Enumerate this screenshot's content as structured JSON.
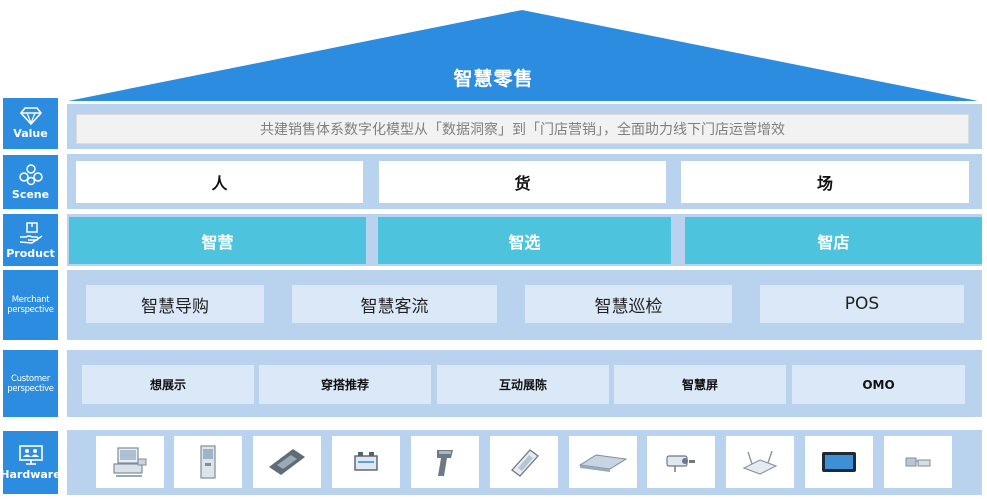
{
  "roof": {
    "title": "智慧零售"
  },
  "rows": {
    "value": {
      "label": "Value",
      "icon": "diamond-icon",
      "text": "共建销售体系数字化模型从「数据洞察」到「门店营销」，全面助力线下门店运营增效"
    },
    "scene": {
      "label": "Scene",
      "icon": "molecule-icon",
      "items": [
        "人",
        "货",
        "场"
      ]
    },
    "product": {
      "label": "Product",
      "icon": "hand-box-icon",
      "items": [
        "智营",
        "智选",
        "智店"
      ]
    },
    "merchant": {
      "label": "Merchant perspective",
      "items": [
        "智慧导购",
        "智慧客流",
        "智慧巡检",
        "POS"
      ]
    },
    "customer": {
      "label": "Customer perspective",
      "items": [
        "想展示",
        "穿搭推荐",
        "互动展陈",
        "智慧屏",
        "OMO"
      ]
    },
    "hardware": {
      "label": "Hardware",
      "icon": "monitor-users-icon",
      "devices": [
        "pos-terminal-icon",
        "kiosk-icon",
        "card-reader-icon",
        "cash-box-icon",
        "barcode-scanner-icon",
        "handheld-pda-icon",
        "flat-device-icon",
        "camera-icon",
        "router-icon",
        "tablet-icon",
        "cable-icon"
      ]
    }
  },
  "colors": {
    "roof": "#2b8ce0",
    "side": "#2b8ce0",
    "band": "#b9d3ee",
    "product": "#4ec3de",
    "box_light": "#dbe8f7",
    "value_text": "#7f7f7f"
  }
}
